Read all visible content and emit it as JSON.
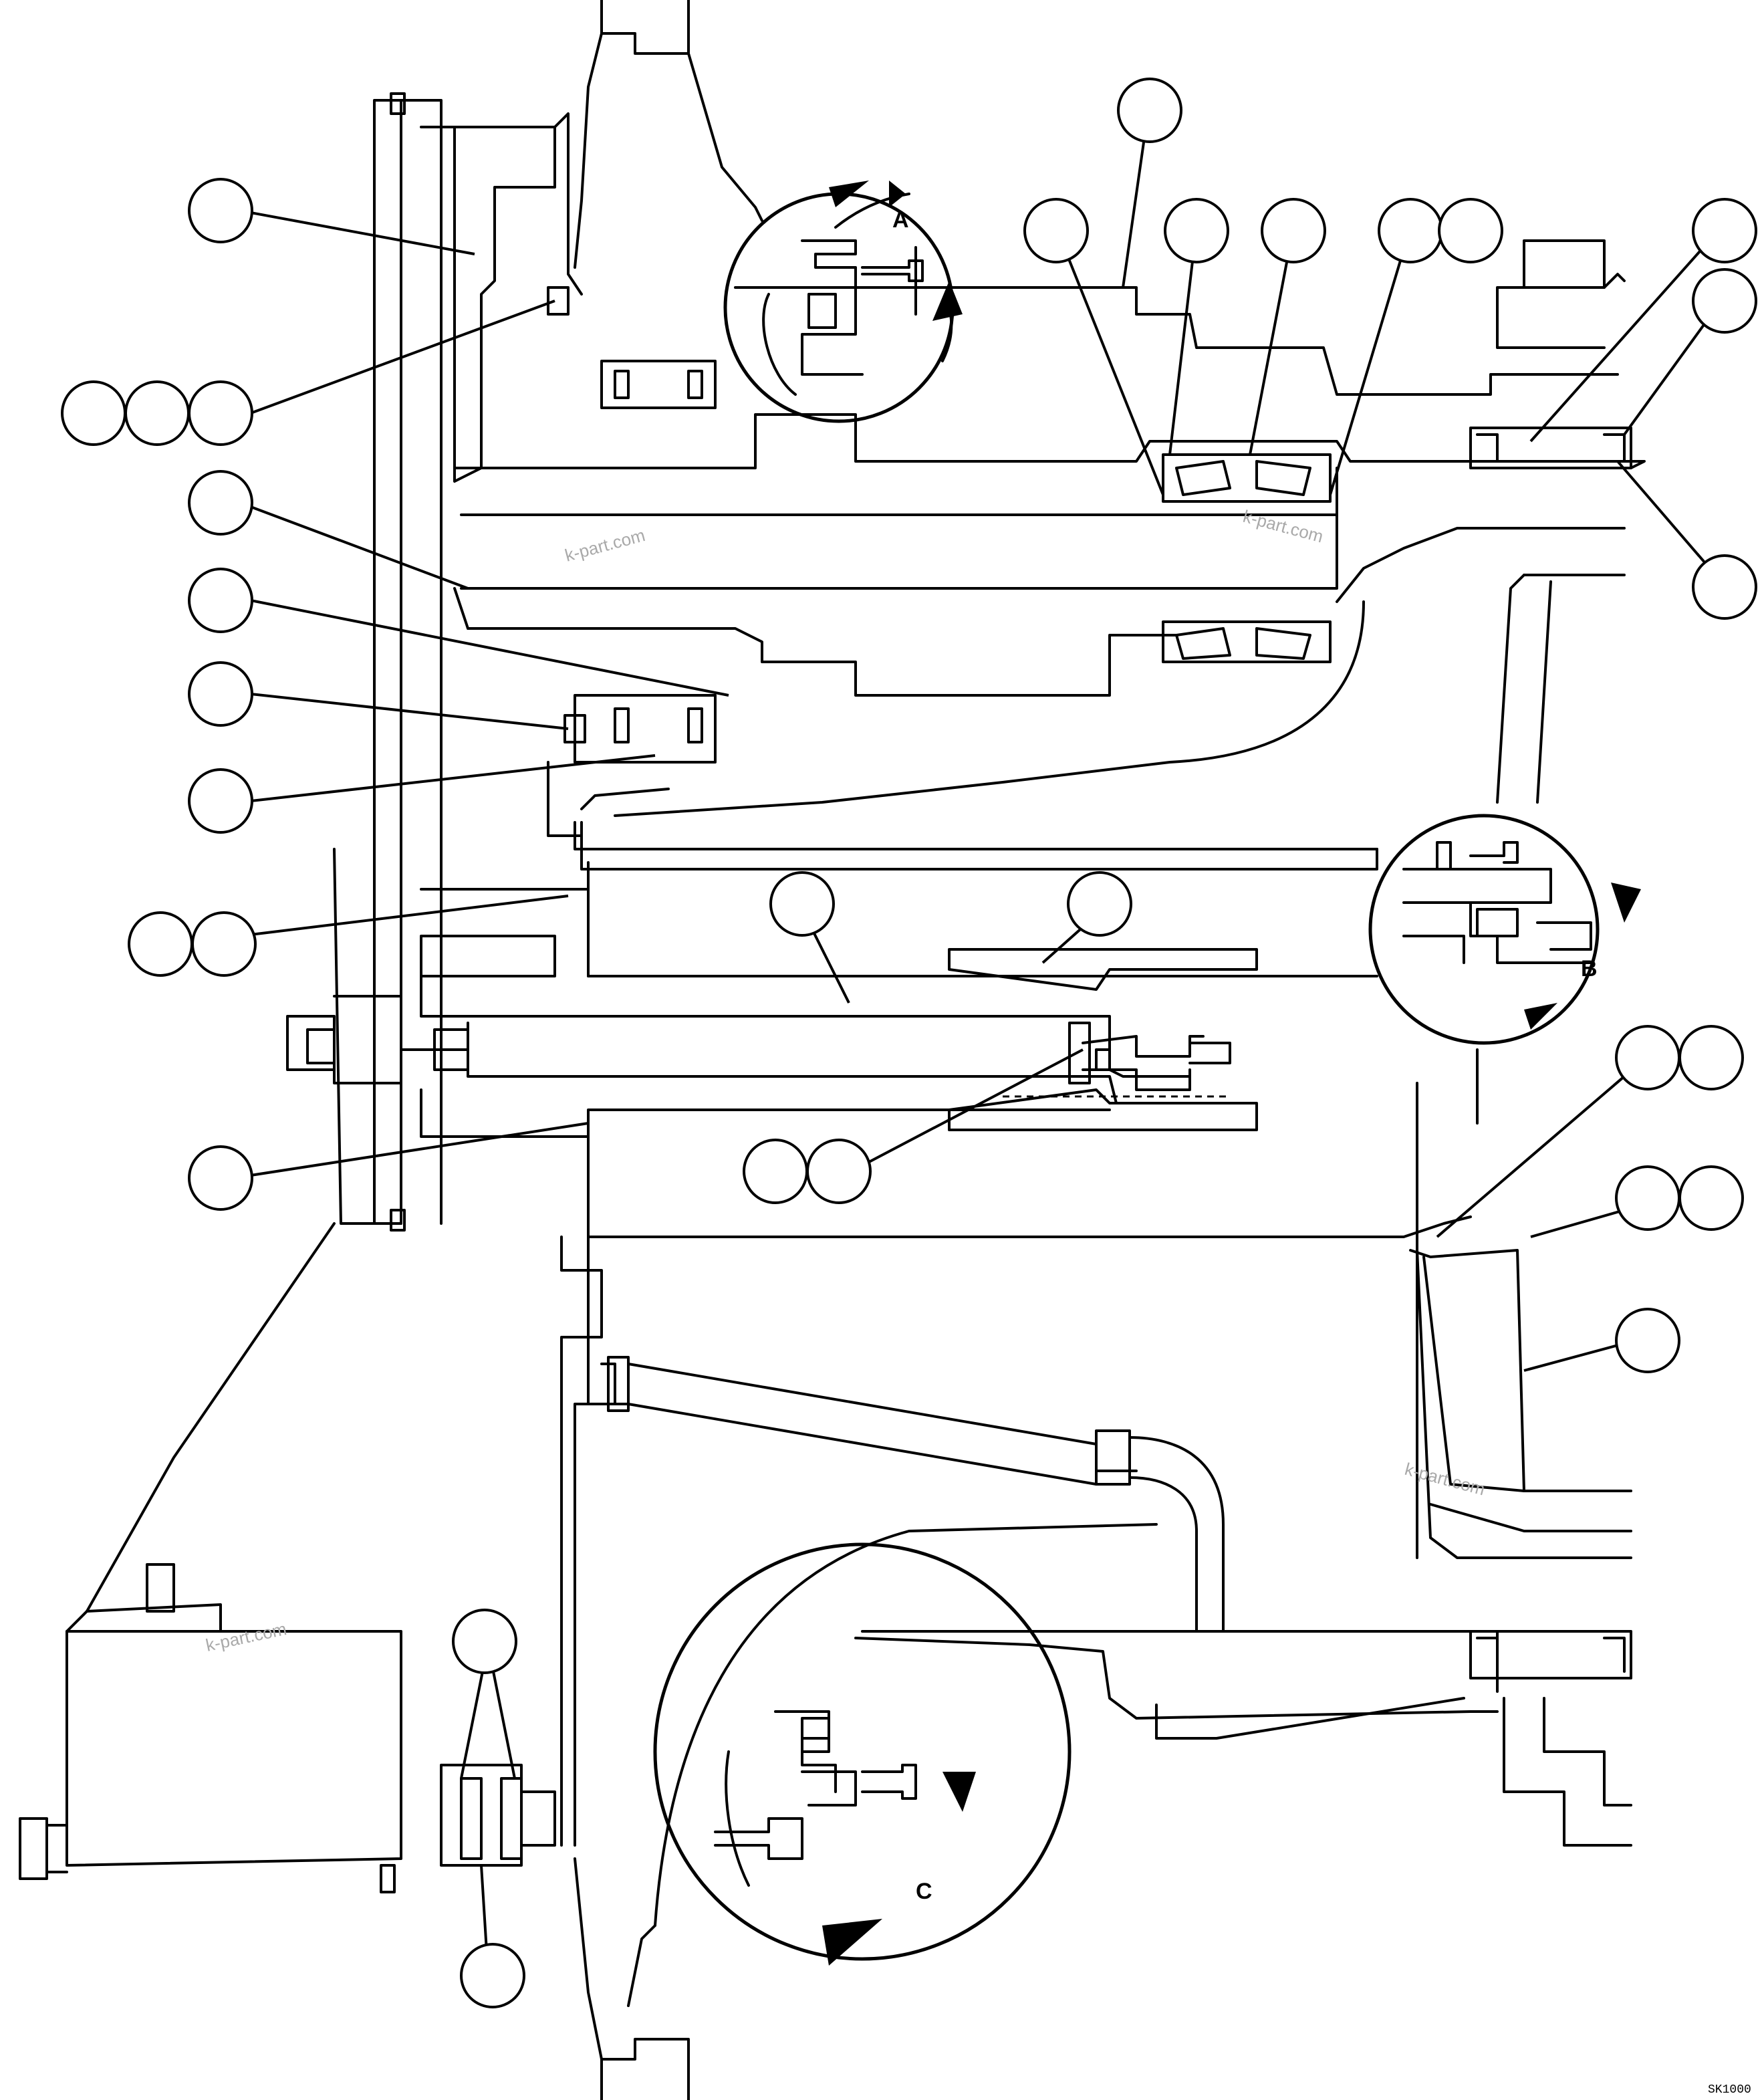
{
  "details": {
    "a": "A",
    "b": "B",
    "c": "C"
  },
  "watermark": "k-part.com",
  "drawing_code": "SK1000"
}
